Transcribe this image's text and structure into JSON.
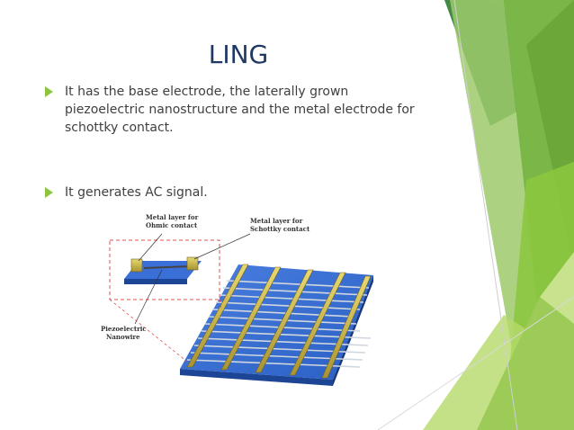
{
  "slide": {
    "title": "LING",
    "bullets": [
      {
        "text": "It has the base electrode, the laterally grown\npiezoelectric nanostructure and the metal electrode for\nschottky contact."
      },
      {
        "text": "It generates AC signal."
      }
    ]
  },
  "figure": {
    "labels": {
      "ohmic_line1": "Metal layer for",
      "ohmic_line2": "Ohmic contact",
      "schottky_line1": "Metal layer for",
      "schottky_line2": "Schottky contact",
      "nanowire_line1": "Piezoelectric",
      "nanowire_line2": "Nanowire"
    }
  },
  "colors": {
    "title": "#1f3864",
    "text": "#404040",
    "bullet_marker": "#8cc63f",
    "accent_green_dark": "#6aa537",
    "accent_green_light": "#b5d96a",
    "substrate_blue": "#2a5fc4",
    "electrode_gold": "#c9b84a",
    "inset_border": "#e05050"
  }
}
